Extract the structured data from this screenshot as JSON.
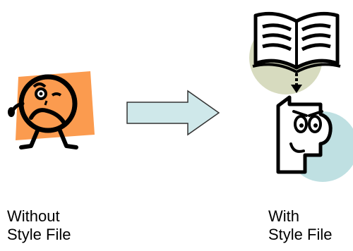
{
  "left": {
    "caption_line1": "Without",
    "caption_line2": "Style File"
  },
  "right": {
    "caption_line1": "With",
    "caption_line2": "Style File"
  },
  "colors": {
    "sad_face_backdrop": "#fb9b4f",
    "arrow_fill": "#cfe8ea",
    "book_backdrop": "#d7dbbf",
    "document_backdrop": "#bfe0e2",
    "line": "#000000"
  },
  "icons": [
    "sad-face-icon",
    "right-arrow-icon",
    "open-book-icon",
    "happy-document-icon"
  ]
}
